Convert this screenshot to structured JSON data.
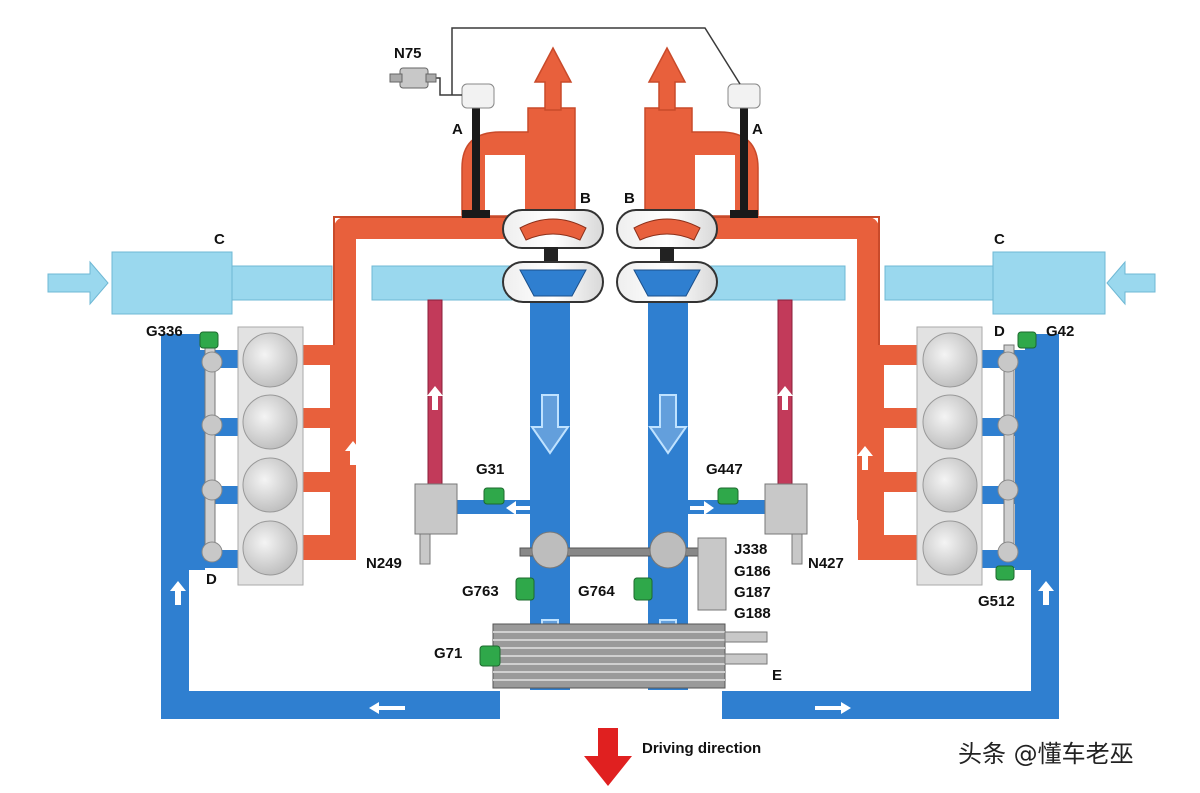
{
  "labels": {
    "n75": "N75",
    "a_left": "A",
    "a_right": "A",
    "b_left": "B",
    "b_right": "B",
    "c_left": "C",
    "c_right": "C",
    "g336": "G336",
    "g42": "G42",
    "d_left": "D",
    "d_right": "D",
    "g31": "G31",
    "g447": "G447",
    "n249": "N249",
    "n427": "N427",
    "j338": "J338",
    "g186": "G186",
    "g187": "G187",
    "g188": "G188",
    "g763": "G763",
    "g764": "G764",
    "g512": "G512",
    "g71": "G71",
    "e": "E"
  },
  "footer": {
    "driving_direction": "Driving direction",
    "watermark": "头条 @懂车老巫"
  },
  "colors": {
    "exhaust": "#e8603c",
    "exhaust_dark": "#c94a2a",
    "intake_light": "#9ad8ee",
    "charge_air": "#2f7fd0",
    "pipe_crimson": "#c23a5a",
    "sensor_green": "#2fa84a",
    "engine_gray": "#d9d9d9",
    "arrow_red": "#e02020"
  }
}
